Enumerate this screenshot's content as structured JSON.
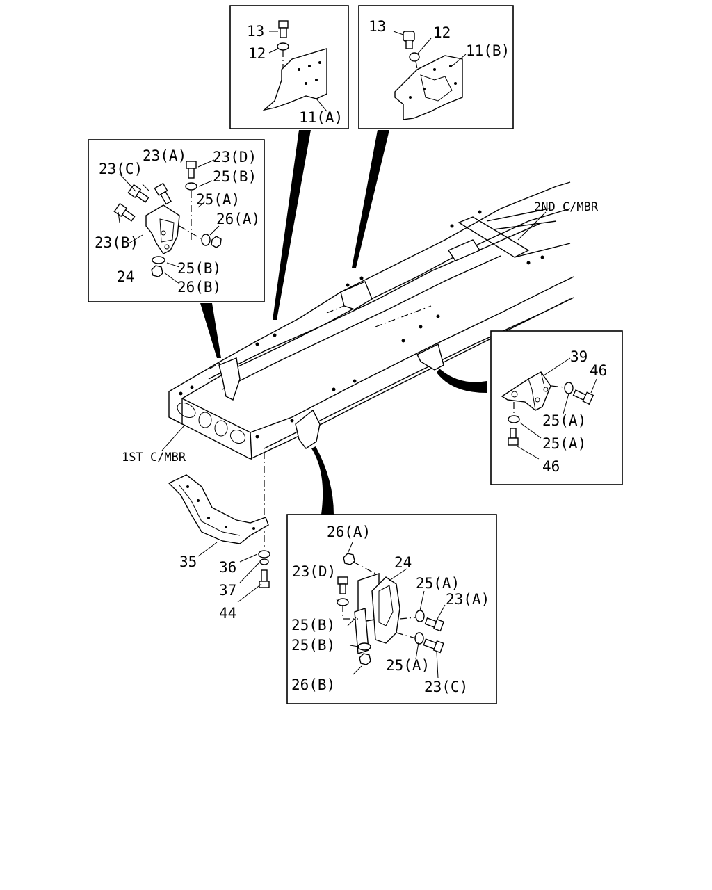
{
  "labels": {
    "a13": "13",
    "a12": "12",
    "a11": "11(A)",
    "b13": "13",
    "b12": "12",
    "b11": "11(B)",
    "c23a": "23(A)",
    "c23d": "23(D)",
    "c23c": "23(C)",
    "c25b_top": "25(B)",
    "c25a": "25(A)",
    "c26a": "26(A)",
    "c23b": "23(B)",
    "c24": "24",
    "c25b_bot": "25(B)",
    "c26b": "26(B)",
    "second_crossmember": "2ND C/MBR",
    "first_crossmember": "1ST C/MBR",
    "d39": "39",
    "d46_top": "46",
    "d25a_1": "25(A)",
    "d25a_2": "25(A)",
    "d46_bot": "46",
    "e35": "35",
    "e36": "36",
    "e37": "37",
    "e44": "44",
    "f26a": "26(A)",
    "f24": "24",
    "f23d": "23(D)",
    "f25a_top": "25(A)",
    "f23a": "23(A)",
    "f25b_1": "25(B)",
    "f25b_2": "25(B)",
    "f25a_bot": "25(A)",
    "f26b": "26(B)",
    "f23c": "23(C)"
  }
}
